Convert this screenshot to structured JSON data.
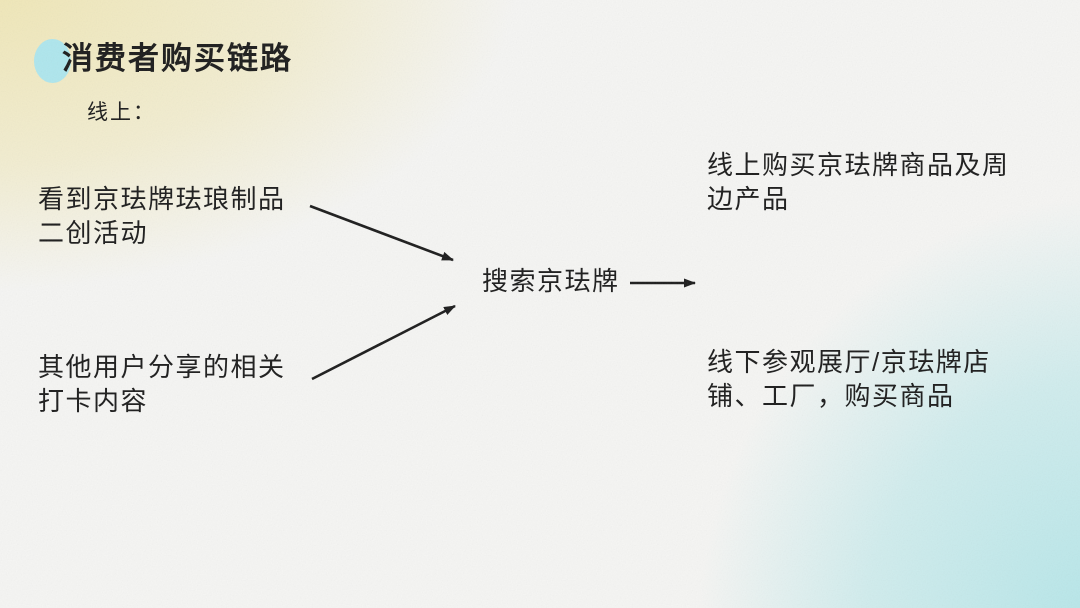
{
  "slide": {
    "title": "消费者购买链路",
    "section_label": "线上：",
    "nodes": {
      "trigger_activity": {
        "line1": "看到京珐牌珐琅制品",
        "line2": "二创活动"
      },
      "trigger_ugc": {
        "line1": "其他用户分享的相关",
        "line2": "打卡内容"
      },
      "search": {
        "label": "搜索京珐牌"
      },
      "outcome_online": {
        "line1": "线上购买京珐牌商品及周",
        "line2": "边产品"
      },
      "outcome_offline": {
        "line1": "线下参观展厅/京珐牌店",
        "line2": "铺、工厂，购买商品"
      }
    },
    "colors": {
      "text": "#1b1b1b",
      "arrow": "#1b1b1b",
      "accent_circle": "#aee6ed",
      "bg_corner_yellow": "#efe6b4",
      "bg_corner_cyan": "#b2e5e8",
      "bg_base": "#f5f5f3"
    }
  }
}
